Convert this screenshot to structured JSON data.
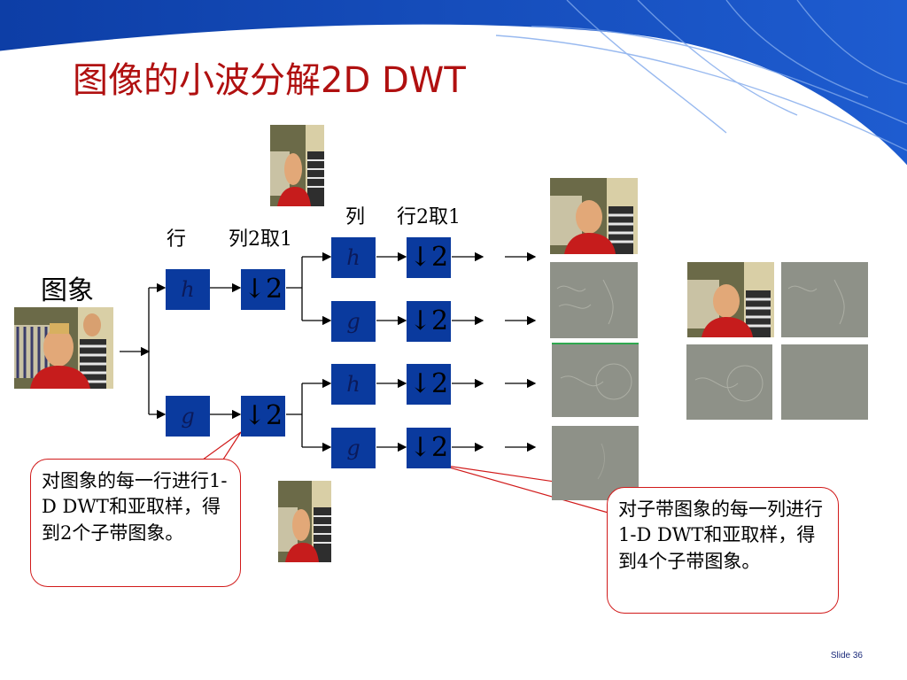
{
  "title": "图像的小波分解2D DWT",
  "labels": {
    "input_image": "图象",
    "stage1_filter": "行",
    "stage1_down": "列2取1",
    "stage2_filter": "列",
    "stage2_down": "行2取1"
  },
  "filters": {
    "lowpass": "h",
    "highpass": "g",
    "downsample": "2"
  },
  "callouts": {
    "left": "对图象的每一行进行1-D DWT和亚取样，得到2个子带图象。",
    "right": "对子带图象的每一列进行1-D DWT和亚取样，得到4个子带图象。"
  },
  "slide_number": "Slide 36",
  "colors": {
    "title": "#b01010",
    "block": "#0a3a9e",
    "callout_border": "#d11a1a",
    "header": "#1a4bb8"
  }
}
